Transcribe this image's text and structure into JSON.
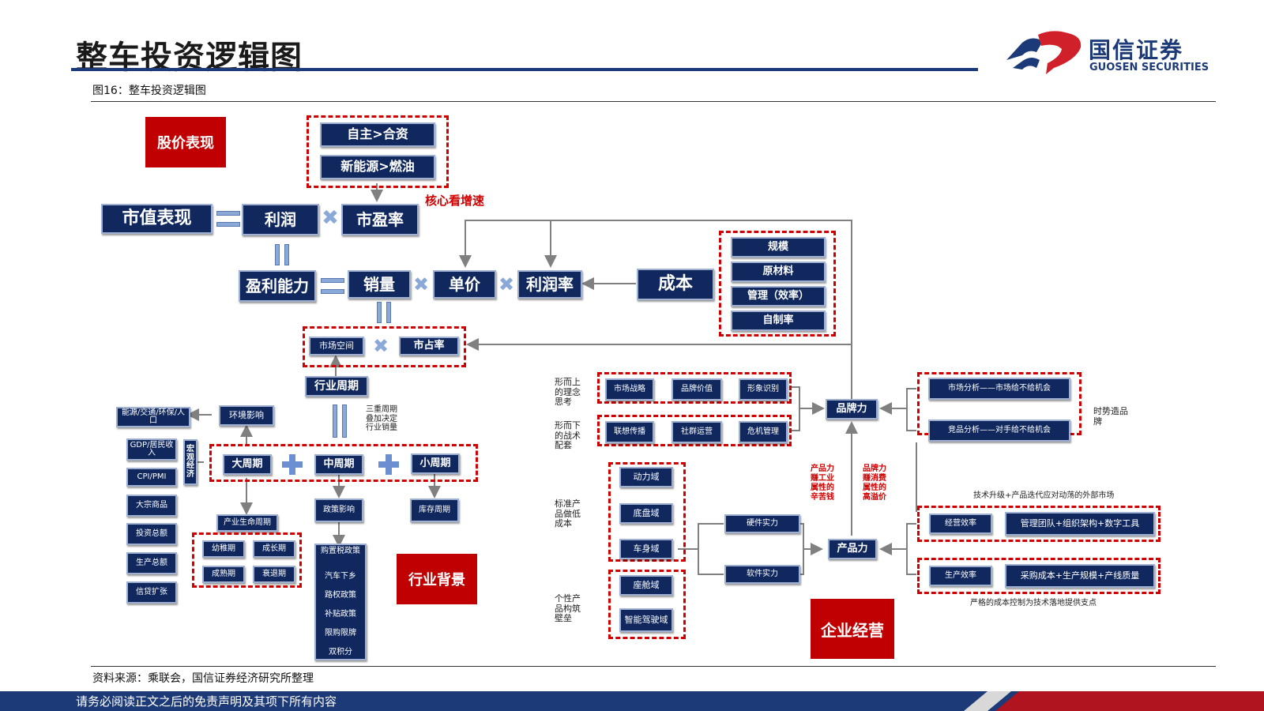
{
  "page": {
    "title": "整车投资逻辑图",
    "logo_name": "国信证券",
    "logo_sub": "GUOSEN SECURITIES",
    "caption": "图16：整车投资逻辑图",
    "source": "资料来源：乘联会，国信证券经济研究所整理",
    "footer": "请务必阅读正文之后的免责声明及其项下所有内容"
  },
  "labels": {
    "stock_perf": "股价表现",
    "industry_bg": "行业背景",
    "enterprise": "企业经营",
    "core_growth": "核心看增速",
    "product_red": "产品力\n赚工业\n属性的\n辛苦钱",
    "brand_red": "品牌力\n赚消费\n属性的\n高溢价"
  },
  "valuation": {
    "top1": "自主>合资",
    "top2": "新能源>燃油",
    "market_cap": "市值表现",
    "profit": "利润",
    "pe": "市盈率",
    "profitability": "盈利能力",
    "volume": "销量",
    "price": "单价",
    "margin": "利润率",
    "cost": "成本",
    "cost_items": [
      "规模",
      "原材料",
      "管理（效率）",
      "自制率"
    ],
    "market_space": "市场空间",
    "share": "市占率"
  },
  "cycle": {
    "industry_cycle": "行业周期",
    "triple_note": "三重周期叠加决定行业销量",
    "big": "大周期",
    "mid": "中周期",
    "small": "小周期",
    "macro": "宏观经济",
    "env_impact": "环境影响",
    "env_sources": "能源/交通/环保/人口",
    "macro_items": [
      "GDP/居民收入",
      "CPI/PMI",
      "大宗商品",
      "投资总额",
      "生产总额",
      "信贷扩张"
    ],
    "lifecycle": "产业生命周期",
    "stages": [
      "幼稚期",
      "成长期",
      "成熟期",
      "衰退期"
    ],
    "policy_impact": "政策影响",
    "policies": [
      "购置税政策",
      "汽车下乡",
      "路权政策",
      "补贴政策",
      "限购限牌",
      "双积分"
    ],
    "inventory": "库存周期"
  },
  "enterprise": {
    "brand_power": "品牌力",
    "product_power": "产品力",
    "row1_note": "形而上的理念思考",
    "row1": [
      "市场战略",
      "品牌价值",
      "形象识别"
    ],
    "row2_note": "形而下的战术配套",
    "row2": [
      "联想传播",
      "社群运营",
      "危机管理"
    ],
    "domains_note": "标准产品做低成本",
    "domains": [
      "动力域",
      "底盘域",
      "车身域"
    ],
    "domains2_note": "个性产品构筑壁垒",
    "domains2": [
      "座舱域",
      "智能驾驶域"
    ],
    "hardware": "硬件实力",
    "software": "软件实力",
    "analysis": [
      "市场分析——市场给不给机会",
      "竞品分析——对手给不给机会"
    ],
    "timing_note": "时势造品牌",
    "tech_note": "技术升级+产品迭代应对动荡的外部市场",
    "mgmt_eff": "经营效率",
    "mgmt_detail": "管理团队+组织架构+数字工具",
    "prod_eff": "生产效率",
    "prod_detail": "采购成本+生产规模+产线质量",
    "cost_note": "严格的成本控制为技术落地提供支点"
  },
  "colors": {
    "navy": "#10285e",
    "red": "#c00000",
    "dash_red": "#d00000",
    "operator_blue": "#8aa8d8"
  }
}
